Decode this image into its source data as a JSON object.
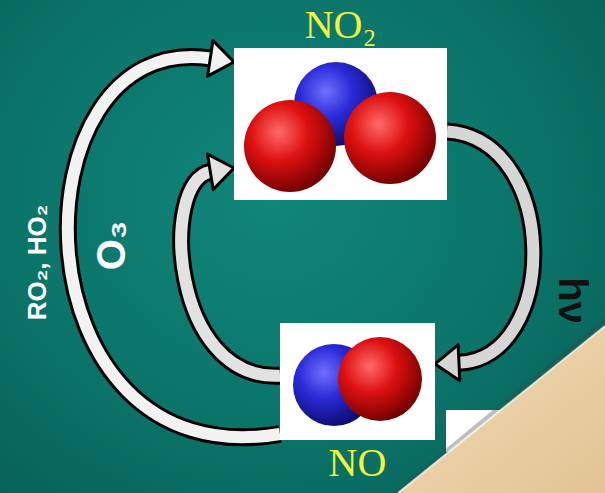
{
  "diagram": {
    "nodes": [
      {
        "text": [
          "NO₂"
        ]
      },
      {
        "text": [
          "NO"
        ]
      }
    ],
    "edges": [
      {
        "from": 0,
        "to": 1,
        "arrow": "to",
        "label": "hν"
      },
      {
        "from": 1,
        "to": 0,
        "arrow": "to",
        "label": "O₃"
      },
      {
        "from": 1,
        "to": 0,
        "arrow": "to",
        "label": "RO₂, HO₂"
      }
    ]
  }
}
